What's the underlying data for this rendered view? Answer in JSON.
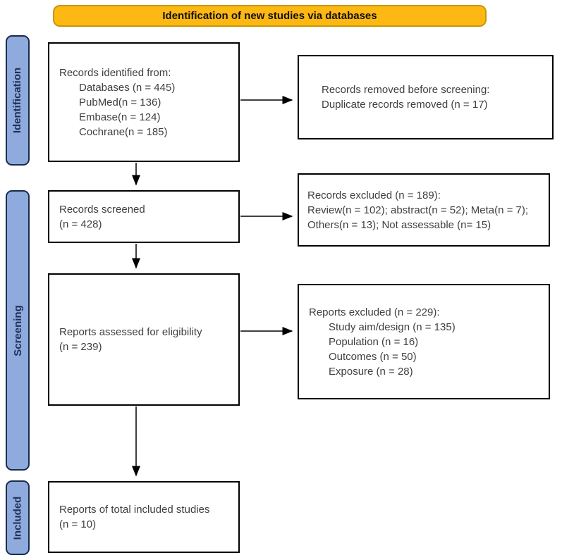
{
  "banner": {
    "label": "Identification of new studies via databases"
  },
  "sidebar": {
    "stages": [
      {
        "label": "Identification"
      },
      {
        "label": "Screening"
      },
      {
        "label": "Included"
      }
    ]
  },
  "boxes": {
    "records_identified": {
      "title": "Records identified from:",
      "items": [
        "Databases (n = 445)",
        "PubMed(n = 136)",
        "Embase(n = 124)",
        "Cochrane(n = 185)"
      ]
    },
    "records_removed": {
      "lines": [
        "Records removed before screening:",
        "Duplicate records removed  (n = 17)"
      ]
    },
    "records_screened": {
      "lines": [
        "Records screened",
        "(n = 428)"
      ]
    },
    "records_excluded": {
      "lines": [
        "Records excluded (n = 189):",
        "Review(n = 102); abstract(n = 52); Meta(n = 7);",
        "Others(n = 13); Not assessable (n= 15)"
      ]
    },
    "reports_assessed": {
      "lines": [
        "Reports assessed for eligibility",
        "(n = 239)"
      ]
    },
    "reports_excluded": {
      "title": "Reports excluded (n = 229):",
      "items": [
        "Study aim/design (n = 135)",
        "Population (n = 16)",
        "Outcomes (n = 50)",
        "Exposure (n = 28)"
      ]
    },
    "reports_included": {
      "lines": [
        "Reports of total included studies",
        "(n = 10)"
      ]
    }
  },
  "colors": {
    "banner_fill": "#FDB813",
    "banner_border": "#C99700",
    "stage_fill": "#8FAADC",
    "stage_border": "#1A2B4C",
    "stage_text": "#1F3058",
    "box_border": "#000000",
    "box_text": "#3F3F3F",
    "arrow": "#000000"
  }
}
